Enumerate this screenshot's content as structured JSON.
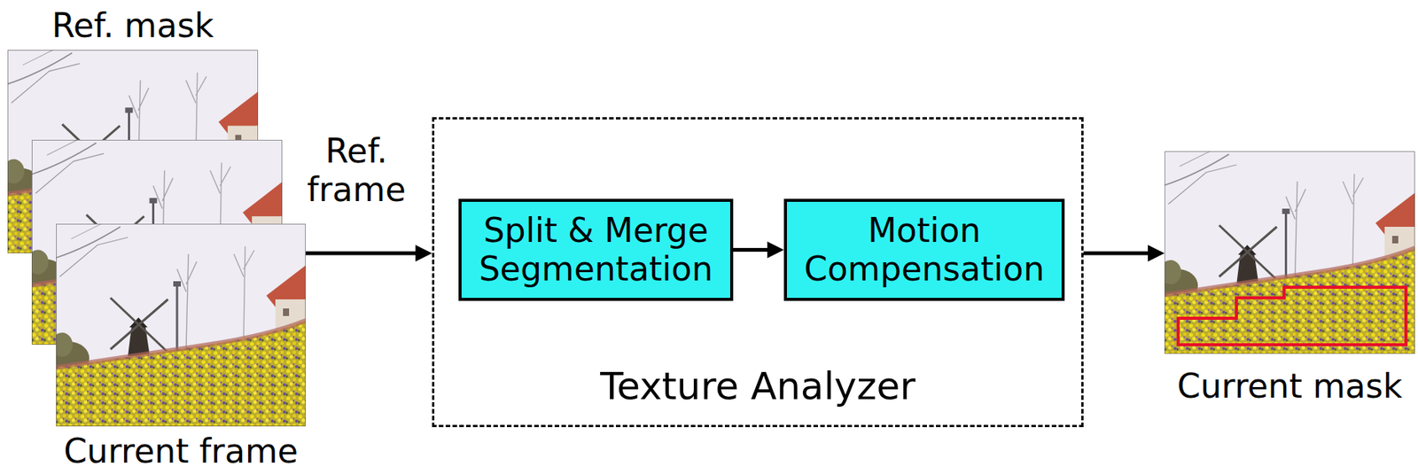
{
  "diagram": {
    "nodes": [
      {
        "text": [
          "Ref. mask"
        ]
      },
      {
        "text": [
          "Ref. frame"
        ]
      },
      {
        "text": [
          "Current frame"
        ]
      },
      {
        "text": [
          "Texture Analyzer"
        ]
      },
      {
        "text": [
          "Split & Merge Segmentation"
        ],
        "in": 3
      },
      {
        "text": [
          "Motion Compensation"
        ],
        "in": 3
      },
      {
        "text": [
          "Current mask"
        ]
      }
    ],
    "edges": [
      {
        "from": 2,
        "to": 3,
        "arrow": "to"
      },
      {
        "from": 4,
        "to": 5,
        "arrow": "to"
      },
      {
        "from": 3,
        "to": 6,
        "arrow": "to"
      }
    ]
  }
}
